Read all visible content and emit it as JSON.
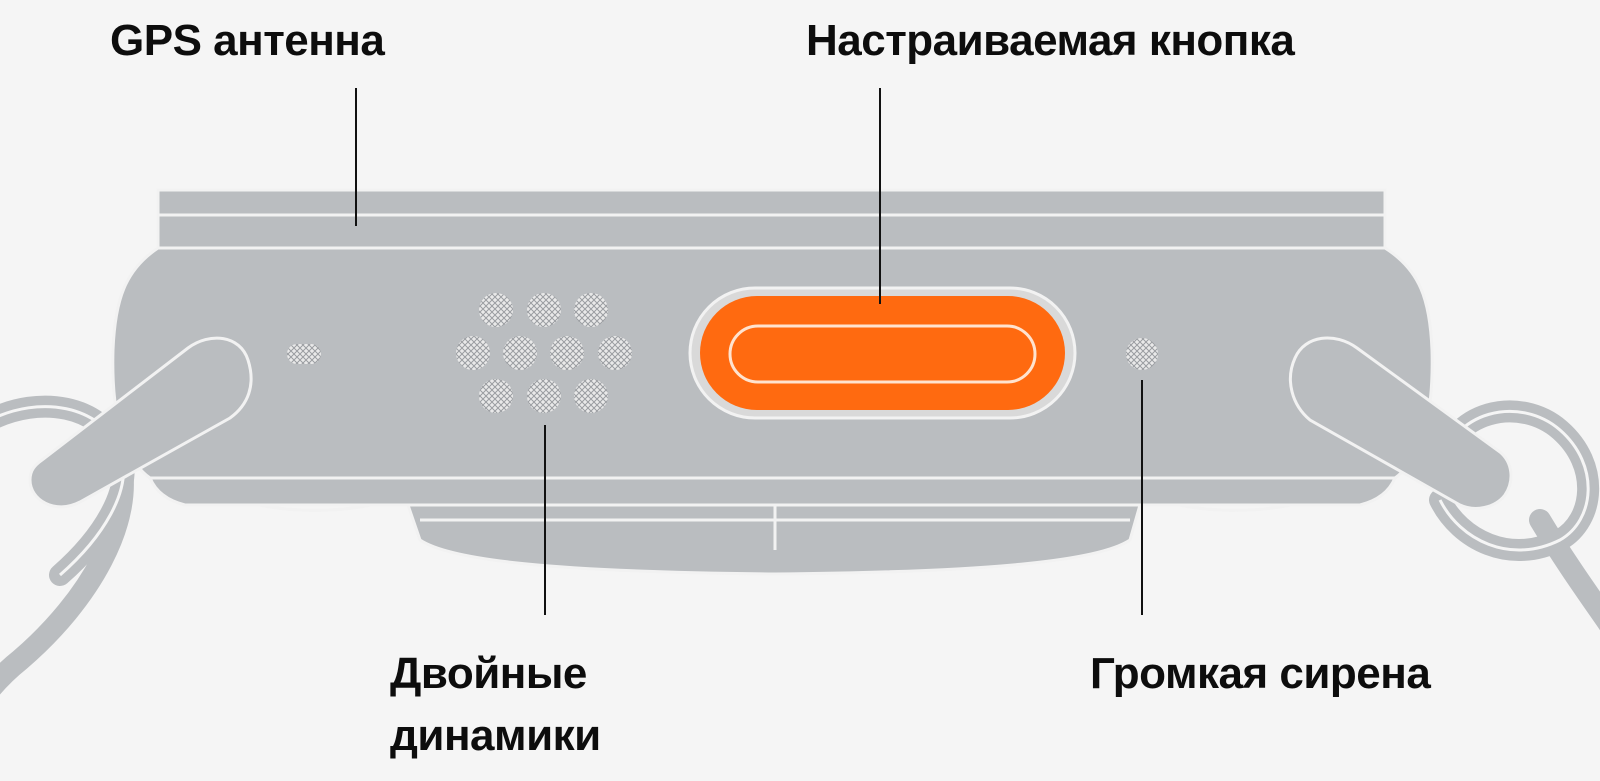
{
  "labels": {
    "gps_antenna": "GPS антенна",
    "action_button": "Настраиваемая кнопка",
    "dual_speakers_line1": "Двойные",
    "dual_speakers_line2": "динамики",
    "siren": "Громкая сирена"
  },
  "colors": {
    "background": "#f5f5f5",
    "case": "#babdc0",
    "case_outline": "#f2f2f2",
    "action_button": "#ff6a10",
    "leader_line": "#111111"
  }
}
